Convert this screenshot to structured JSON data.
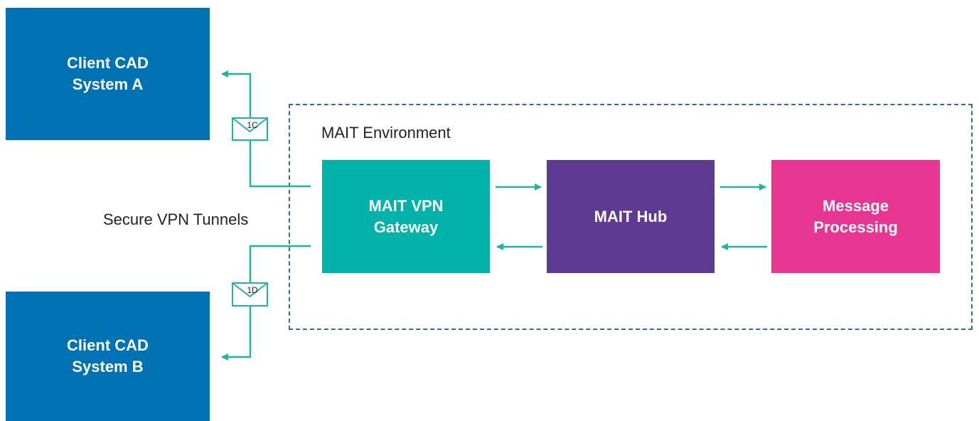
{
  "nodes": {
    "client_a": {
      "label": "Client CAD\nSystem A",
      "color": "#0071b3"
    },
    "client_b": {
      "label": "Client CAD\nSystem B",
      "color": "#0071b3"
    },
    "vpn_gateway": {
      "label": "MAIT VPN\nGateway",
      "color": "#00b2a9"
    },
    "hub": {
      "label": "MAIT Hub",
      "color": "#5e3a92"
    },
    "message_processing": {
      "label": "Message\nProcessing",
      "color": "#e83593"
    }
  },
  "environment": {
    "label": "MAIT Environment"
  },
  "tunnels": {
    "label": "Secure VPN Tunnels"
  },
  "messages": {
    "m1": "1C",
    "m2": "1D"
  },
  "colors": {
    "connector": "#1fb3a6",
    "env_border": "#2a6f9e"
  },
  "edges": [
    {
      "from": "vpn_gateway",
      "to": "hub"
    },
    {
      "from": "hub",
      "to": "vpn_gateway"
    },
    {
      "from": "hub",
      "to": "message_processing"
    },
    {
      "from": "message_processing",
      "to": "hub"
    },
    {
      "from": "vpn_gateway",
      "to": "client_a",
      "message": "1C"
    },
    {
      "from": "vpn_gateway",
      "to": "client_b",
      "message": "1D"
    }
  ]
}
